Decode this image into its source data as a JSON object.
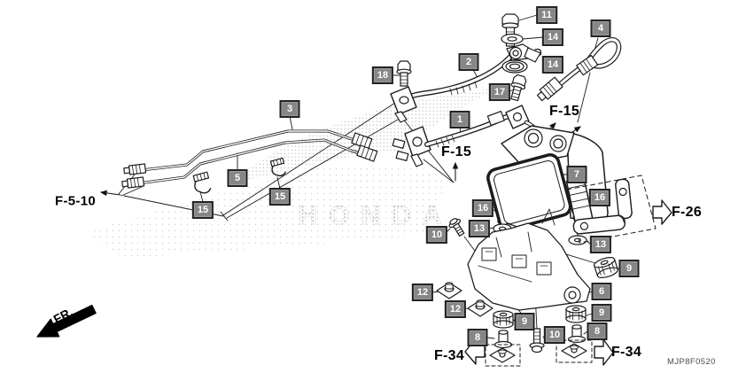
{
  "diagram": {
    "watermark": "HONDA",
    "part_code": "MJP8F0520",
    "direction_label": "FR.",
    "references": {
      "f15_upper": "F-15",
      "f15_lower": "F-15",
      "f5_10": "F-5-10",
      "f26": "F-26",
      "f34_left": "F-34",
      "f34_right": "F-34"
    },
    "callouts": [
      {
        "n": "11"
      },
      {
        "n": "14"
      },
      {
        "n": "4"
      },
      {
        "n": "2"
      },
      {
        "n": "14"
      },
      {
        "n": "18"
      },
      {
        "n": "17"
      },
      {
        "n": "3"
      },
      {
        "n": "1"
      },
      {
        "n": "7"
      },
      {
        "n": "5"
      },
      {
        "n": "15"
      },
      {
        "n": "15"
      },
      {
        "n": "16"
      },
      {
        "n": "16"
      },
      {
        "n": "13"
      },
      {
        "n": "10"
      },
      {
        "n": "13"
      },
      {
        "n": "9"
      },
      {
        "n": "6"
      },
      {
        "n": "12"
      },
      {
        "n": "12"
      },
      {
        "n": "9"
      },
      {
        "n": "9"
      },
      {
        "n": "8"
      },
      {
        "n": "10"
      },
      {
        "n": "8"
      }
    ],
    "colors": {
      "callout_fill": "#868686",
      "callout_border": "#232323",
      "line": "#1c1c1c",
      "watermark_gray": "#9a9a9a"
    }
  }
}
